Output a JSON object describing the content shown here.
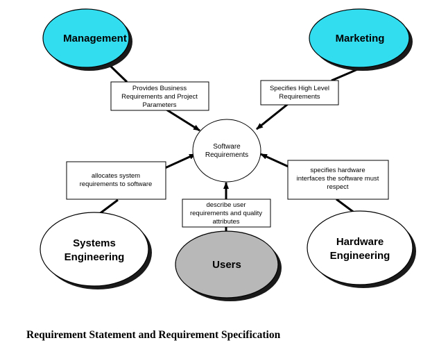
{
  "colors": {
    "cyan": "#33ddf0",
    "gray": "#b8b8b8",
    "white": "#ffffff",
    "line": "#000000"
  },
  "nodes": {
    "management": "Management",
    "marketing": "Marketing",
    "systems_line1": "Systems",
    "systems_line2": "Engineering",
    "users": "Users",
    "hardware_line1": "Hardware",
    "hardware_line2": "Engineering",
    "center_line1": "Software",
    "center_line2": "Requirements"
  },
  "boxes": {
    "management": [
      "Provides Business",
      "Requirements and Project",
      "Parameters"
    ],
    "marketing": [
      "Specifies High Level",
      "Requirements"
    ],
    "systems": [
      "allocates system",
      "requirements to software"
    ],
    "users": [
      "describe user",
      "requirements and quality",
      "attributes"
    ],
    "hardware": [
      "specifies hardware",
      "interfaces the software must",
      "respect"
    ]
  },
  "caption": "Requirement Statement and Requirement Specification"
}
